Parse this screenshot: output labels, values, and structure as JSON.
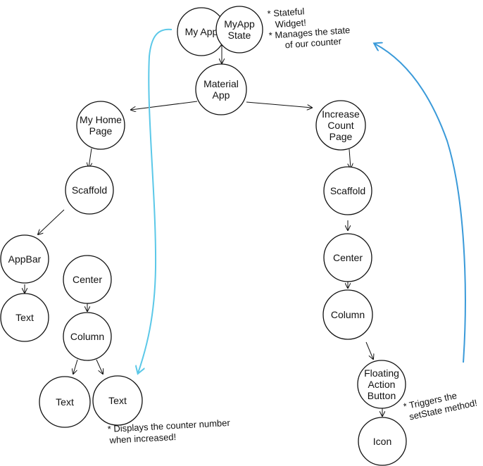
{
  "nodes": {
    "my_app": [
      "My App"
    ],
    "my_app_state": [
      "MyApp",
      "State"
    ],
    "material_app": [
      "Material",
      "App"
    ],
    "my_home_page": [
      "My Home",
      "Page"
    ],
    "increase_count_page": [
      "Increase",
      "Count",
      "Page"
    ],
    "scaffold_left": [
      "Scaffold"
    ],
    "scaffold_right": [
      "Scaffold"
    ],
    "appbar": [
      "AppBar"
    ],
    "text_appbar": [
      "Text"
    ],
    "center_left": [
      "Center"
    ],
    "column_left": [
      "Column"
    ],
    "text_a": [
      "Text"
    ],
    "text_b": [
      "Text"
    ],
    "center_right": [
      "Center"
    ],
    "column_right": [
      "Column"
    ],
    "fab": [
      "Floating",
      "Action",
      "Button"
    ],
    "icon": [
      "Icon"
    ]
  },
  "annotations": {
    "stateful": [
      "* Stateful",
      "Widget!",
      "* Manages the state",
      "of our counter"
    ],
    "displays": [
      "* Displays the counter number",
      "when increased!"
    ],
    "triggers": [
      "* Triggers the",
      "setState method!"
    ]
  },
  "colors": {
    "flow_arrow": "#3a9ad9",
    "left_flow_arrow": "#5bc8e8",
    "ink": "#111111"
  }
}
